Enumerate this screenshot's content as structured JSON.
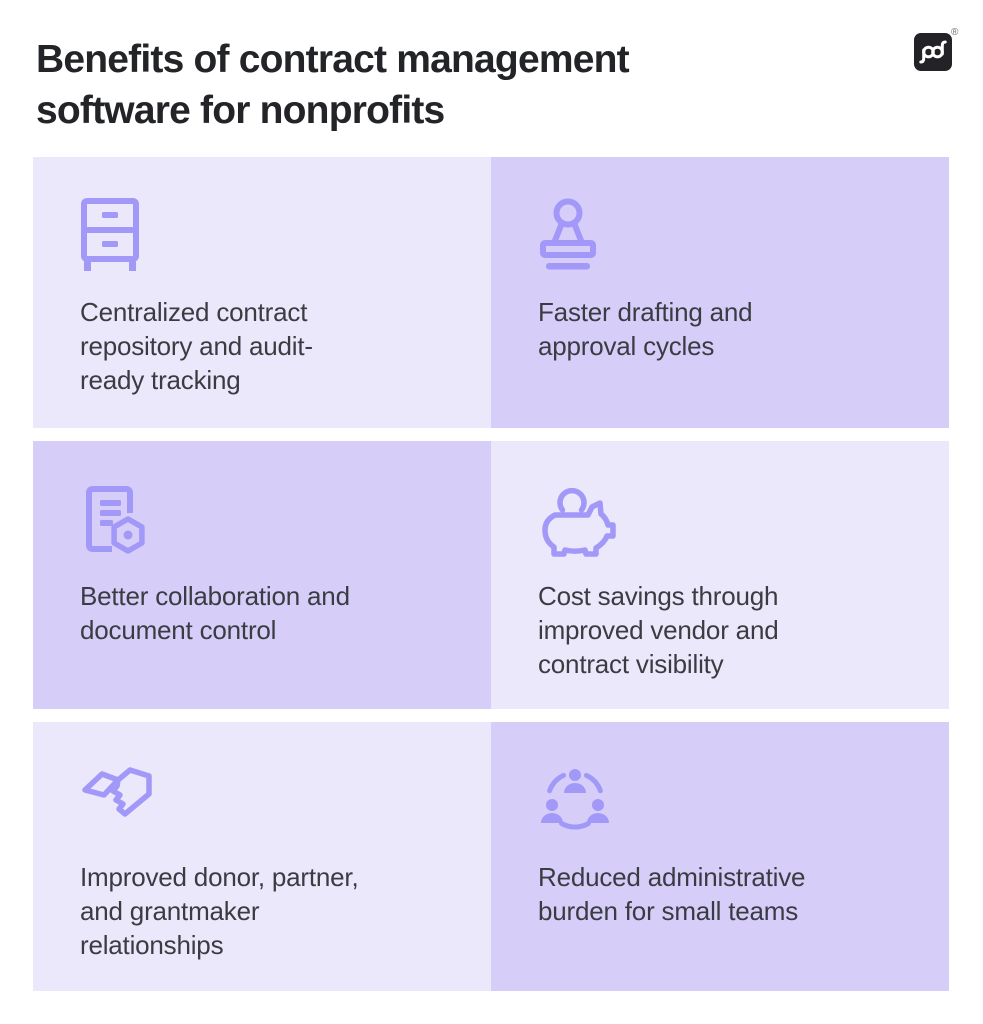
{
  "page": {
    "background": "#ffffff"
  },
  "header": {
    "title": "Benefits of contract management\nsoftware for nonprofits",
    "logo": {
      "monogram": "pd",
      "registered_mark": "®"
    }
  },
  "colors": {
    "card_light": "#ece8fb",
    "card_dark": "#d6cef9",
    "icon_purple": "#a198f8",
    "title_text": "#232428",
    "body_text": "#3b3c42",
    "logo_background": "#232227"
  },
  "cards": [
    {
      "icon": "file-cabinet-icon",
      "variant": "light",
      "text": "Centralized contract\nrepository and audit-\nready tracking"
    },
    {
      "icon": "approval-stamp-icon",
      "variant": "dark",
      "text": "Faster drafting and\napproval cycles"
    },
    {
      "icon": "document-control-icon",
      "variant": "dark",
      "text": "Better collaboration and\ndocument control"
    },
    {
      "icon": "piggy-bank-icon",
      "variant": "light",
      "text": "Cost savings through\nimproved vendor and\ncontract visibility"
    },
    {
      "icon": "handshake-icon",
      "variant": "light",
      "text": "Improved donor, partner,\nand grantmaker\nrelationships"
    },
    {
      "icon": "team-icon",
      "variant": "dark",
      "text": "Reduced administrative\nburden for small teams"
    }
  ]
}
